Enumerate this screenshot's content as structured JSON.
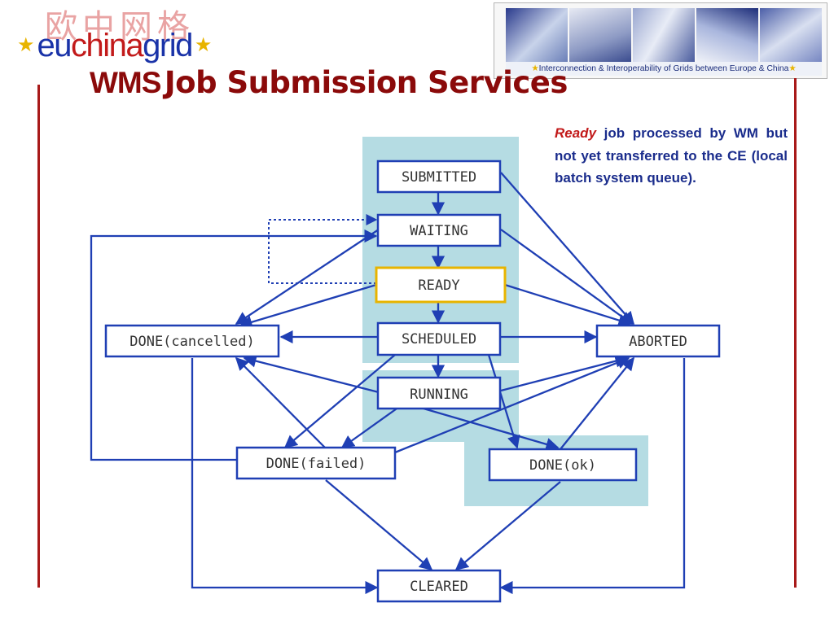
{
  "header": {
    "chinese_title": "欧中网格",
    "logo": {
      "eu": "eu",
      "china": "china",
      "grid": "grid"
    },
    "title_wms": "WMS",
    "title_rest": "Job Submission Services",
    "banner_caption": "Interconnection & Interoperability of Grids between Europe & China"
  },
  "description": {
    "highlight": "Ready",
    "text": "job processed by WM but not yet transferred to the CE (local batch system queue)."
  },
  "diagram": {
    "states": {
      "submitted": "SUBMITTED",
      "waiting": "WAITING",
      "ready": "READY",
      "scheduled": "SCHEDULED",
      "running": "RUNNING",
      "done_cancelled": "DONE(cancelled)",
      "aborted": "ABORTED",
      "done_failed": "DONE(failed)",
      "done_ok": "DONE(ok)",
      "cleared": "CLEARED"
    },
    "highlighted_state": "ready"
  },
  "colors": {
    "title": "#8b0a0a",
    "logo_blue": "#1a33a8",
    "logo_red": "#c21a1a",
    "star": "#e8b400",
    "rule": "#a81a1a",
    "description_text": "#1a2c8c",
    "diagram_line": "#1f3fb4",
    "diagram_panel": "#b5dce3",
    "diagram_box_border": "#1f3fb4",
    "diagram_box_text": "#333333",
    "highlight_border": "#e8b400"
  }
}
